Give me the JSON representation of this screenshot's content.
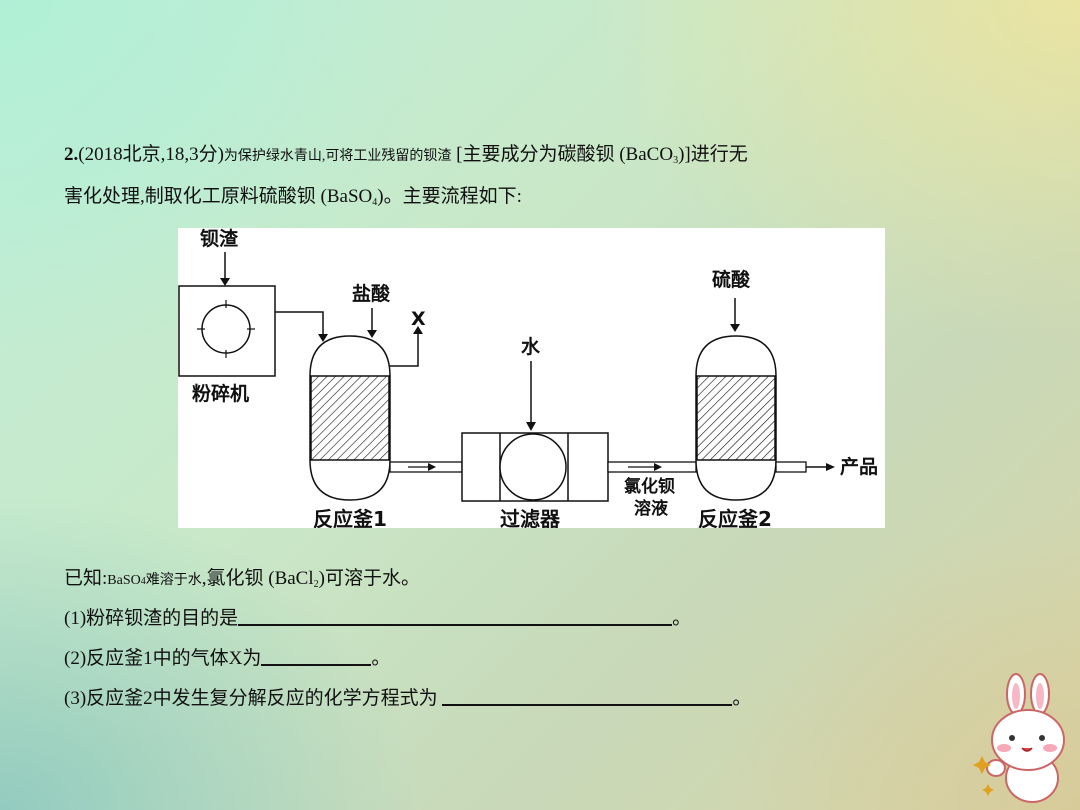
{
  "question": {
    "number": "2.",
    "source": "(2018北京,18,3分)",
    "intro_line1_part1": "为保护绿水青山,可将工业残留的钡渣",
    "intro_line1_part2": "[主要成分为碳酸钡",
    "baco3_prefix": "(BaCO",
    "baco3_suffix": ")]进行无",
    "intro_line2_part1": "害化处理,制取化工原料硫酸钡",
    "baso4_prefix": "(BaSO",
    "baso4_suffix": ")。主要流程如下:",
    "sub3": "3",
    "sub4": "4"
  },
  "diagram": {
    "label_barium_slag": "钡渣",
    "label_crusher": "粉碎机",
    "label_hcl": "盐酸",
    "label_x": "X",
    "label_water": "水",
    "label_h2so4": "硫酸",
    "label_product": "产品",
    "label_bacl2_line1": "氯化钡",
    "label_bacl2_line2": "溶液",
    "label_reactor1": "反应釜1",
    "label_filter": "过滤器",
    "label_reactor2": "反应釜2"
  },
  "known": {
    "prefix": "已知:",
    "baso4": "BaSO",
    "sub4": "4",
    "insoluble": "难溶于水",
    "rest_prefix": ",氯化钡",
    "bacl2_prefix": "(BaCl",
    "sub2": "2",
    "rest_suffix": ")可溶于水。"
  },
  "questions": [
    {
      "text": "(1)粉碎钡渣的目的是",
      "end": "。"
    },
    {
      "text": "(2)反应釜1中的气体X为",
      "end": "。"
    },
    {
      "text": "(3)反应釜2中发生复分解反应的化学方程式为",
      "end": "。"
    }
  ],
  "colors": {
    "background_top_left": "#bfeed8",
    "background_top_right": "#ece4a0",
    "text": "#111111"
  }
}
